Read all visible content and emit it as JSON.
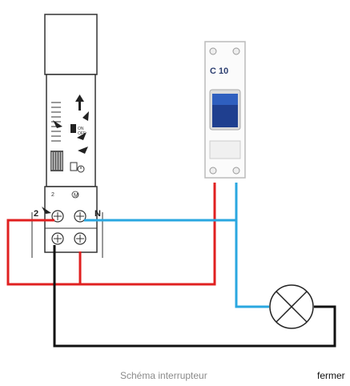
{
  "diagram": {
    "breaker_rating": "C 10",
    "terminal_left_label": "2",
    "terminal_neutral_label": "N",
    "timer_terminal_a": "2",
    "timer_terminal_b": "M"
  },
  "caption": {
    "title": "Schéma interrupteur",
    "close_label": "fermer"
  },
  "colors": {
    "phase_wire": "#e02020",
    "neutral_wire": "#2aa7e0",
    "return_wire": "#111111",
    "module_border": "#333333",
    "breaker_handle": "#1f3f8f"
  }
}
